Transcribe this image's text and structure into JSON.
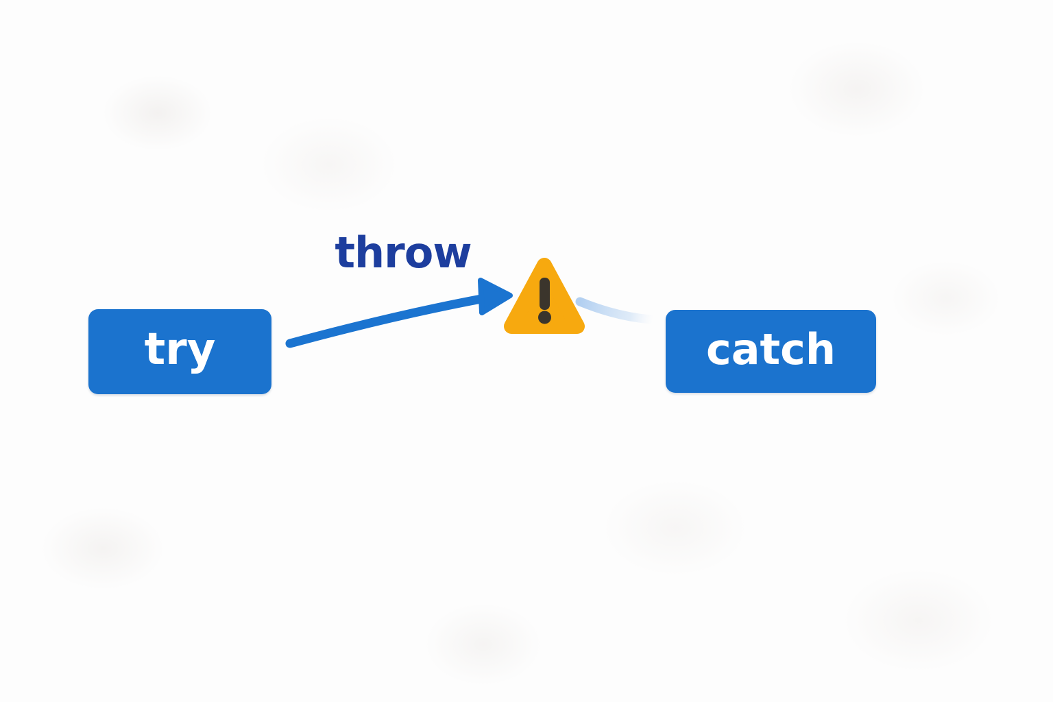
{
  "diagram": {
    "type": "flow",
    "description": "try-throw-catch exception flow",
    "nodes": [
      {
        "id": "try",
        "label": "try"
      },
      {
        "id": "catch",
        "label": "catch"
      }
    ],
    "edges": [
      {
        "from": "try",
        "to": "error-icon",
        "label": "throw",
        "style": "solid-curved-arrow"
      },
      {
        "from": "error-icon",
        "to": "catch",
        "label": "",
        "style": "faded-swoosh"
      }
    ],
    "icons": [
      {
        "id": "error-icon",
        "name": "warning-triangle-icon",
        "glyph": "!"
      }
    ],
    "colors": {
      "node_fill": "#1b73ce",
      "node_text": "#ffffff",
      "edge_label_text": "#1d3e9e",
      "arrow_stroke": "#1b74d0",
      "faded_stroke": "#aecdf0",
      "warning_fill": "#f7a90f",
      "warning_glyph": "#3b352c",
      "background": "#fdfdfd"
    }
  }
}
